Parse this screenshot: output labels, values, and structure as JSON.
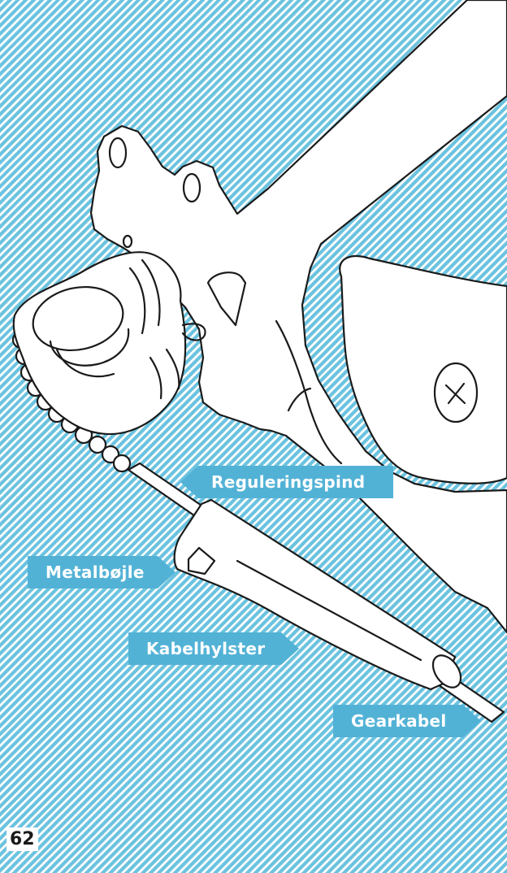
{
  "labels": {
    "reguleringspind": "Reguleringspind",
    "metalbojle": "Metalbøjle",
    "kabelhylster": "Kabelhylster",
    "gearkabel": "Gearkabel"
  },
  "page_number": "62",
  "colors": {
    "stripe": "#6cc3df",
    "label_background": "#52b2d6",
    "line": "#1a1a1a"
  }
}
